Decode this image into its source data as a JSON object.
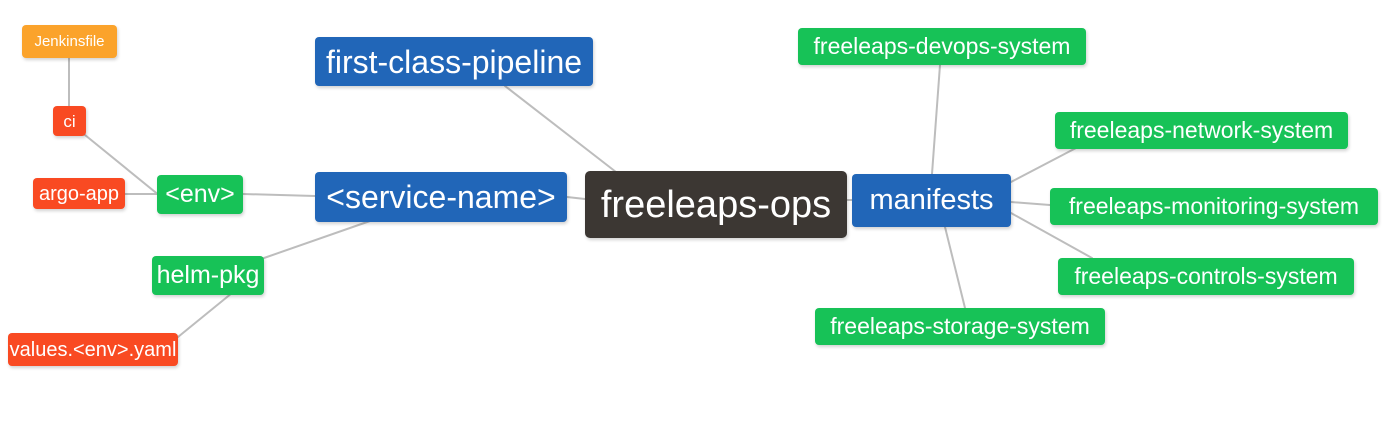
{
  "diagram": {
    "type": "mindmap",
    "title": "freeleaps-ops",
    "background": "#ffffff",
    "edge_color": "#bdbdbd",
    "palette": {
      "root": "#3c3733",
      "blue": "#2166b8",
      "green": "#17c257",
      "red": "#f94a22",
      "orange": "#fba32b",
      "text": "#ffffff"
    }
  },
  "nodes": {
    "root": {
      "label": "freeleaps-ops"
    },
    "service_name": {
      "label": "<service-name>"
    },
    "first_class_pipeline": {
      "label": "first-class-pipeline"
    },
    "manifests": {
      "label": "manifests"
    },
    "env": {
      "label": "<env>"
    },
    "helm_pkg": {
      "label": "helm-pkg"
    },
    "ci": {
      "label": "ci"
    },
    "argo_app": {
      "label": "argo-app"
    },
    "jenkinsfile": {
      "label": "Jenkinsfile"
    },
    "values_yaml": {
      "label": "values.<env>.yaml"
    },
    "devops_system": {
      "label": "freeleaps-devops-system"
    },
    "network_system": {
      "label": "freeleaps-network-system"
    },
    "monitoring_system": {
      "label": "freeleaps-monitoring-system"
    },
    "controls_system": {
      "label": "freeleaps-controls-system"
    },
    "storage_system": {
      "label": "freeleaps-storage-system"
    }
  },
  "edges": [
    {
      "from": "first_class_pipeline",
      "to": "root"
    },
    {
      "from": "service_name",
      "to": "root"
    },
    {
      "from": "root",
      "to": "manifests"
    },
    {
      "from": "env",
      "to": "service_name"
    },
    {
      "from": "helm_pkg",
      "to": "service_name"
    },
    {
      "from": "ci",
      "to": "env"
    },
    {
      "from": "argo_app",
      "to": "env"
    },
    {
      "from": "jenkinsfile",
      "to": "ci"
    },
    {
      "from": "values_yaml",
      "to": "helm_pkg"
    },
    {
      "from": "manifests",
      "to": "devops_system"
    },
    {
      "from": "manifests",
      "to": "network_system"
    },
    {
      "from": "manifests",
      "to": "monitoring_system"
    },
    {
      "from": "manifests",
      "to": "controls_system"
    },
    {
      "from": "manifests",
      "to": "storage_system"
    }
  ]
}
